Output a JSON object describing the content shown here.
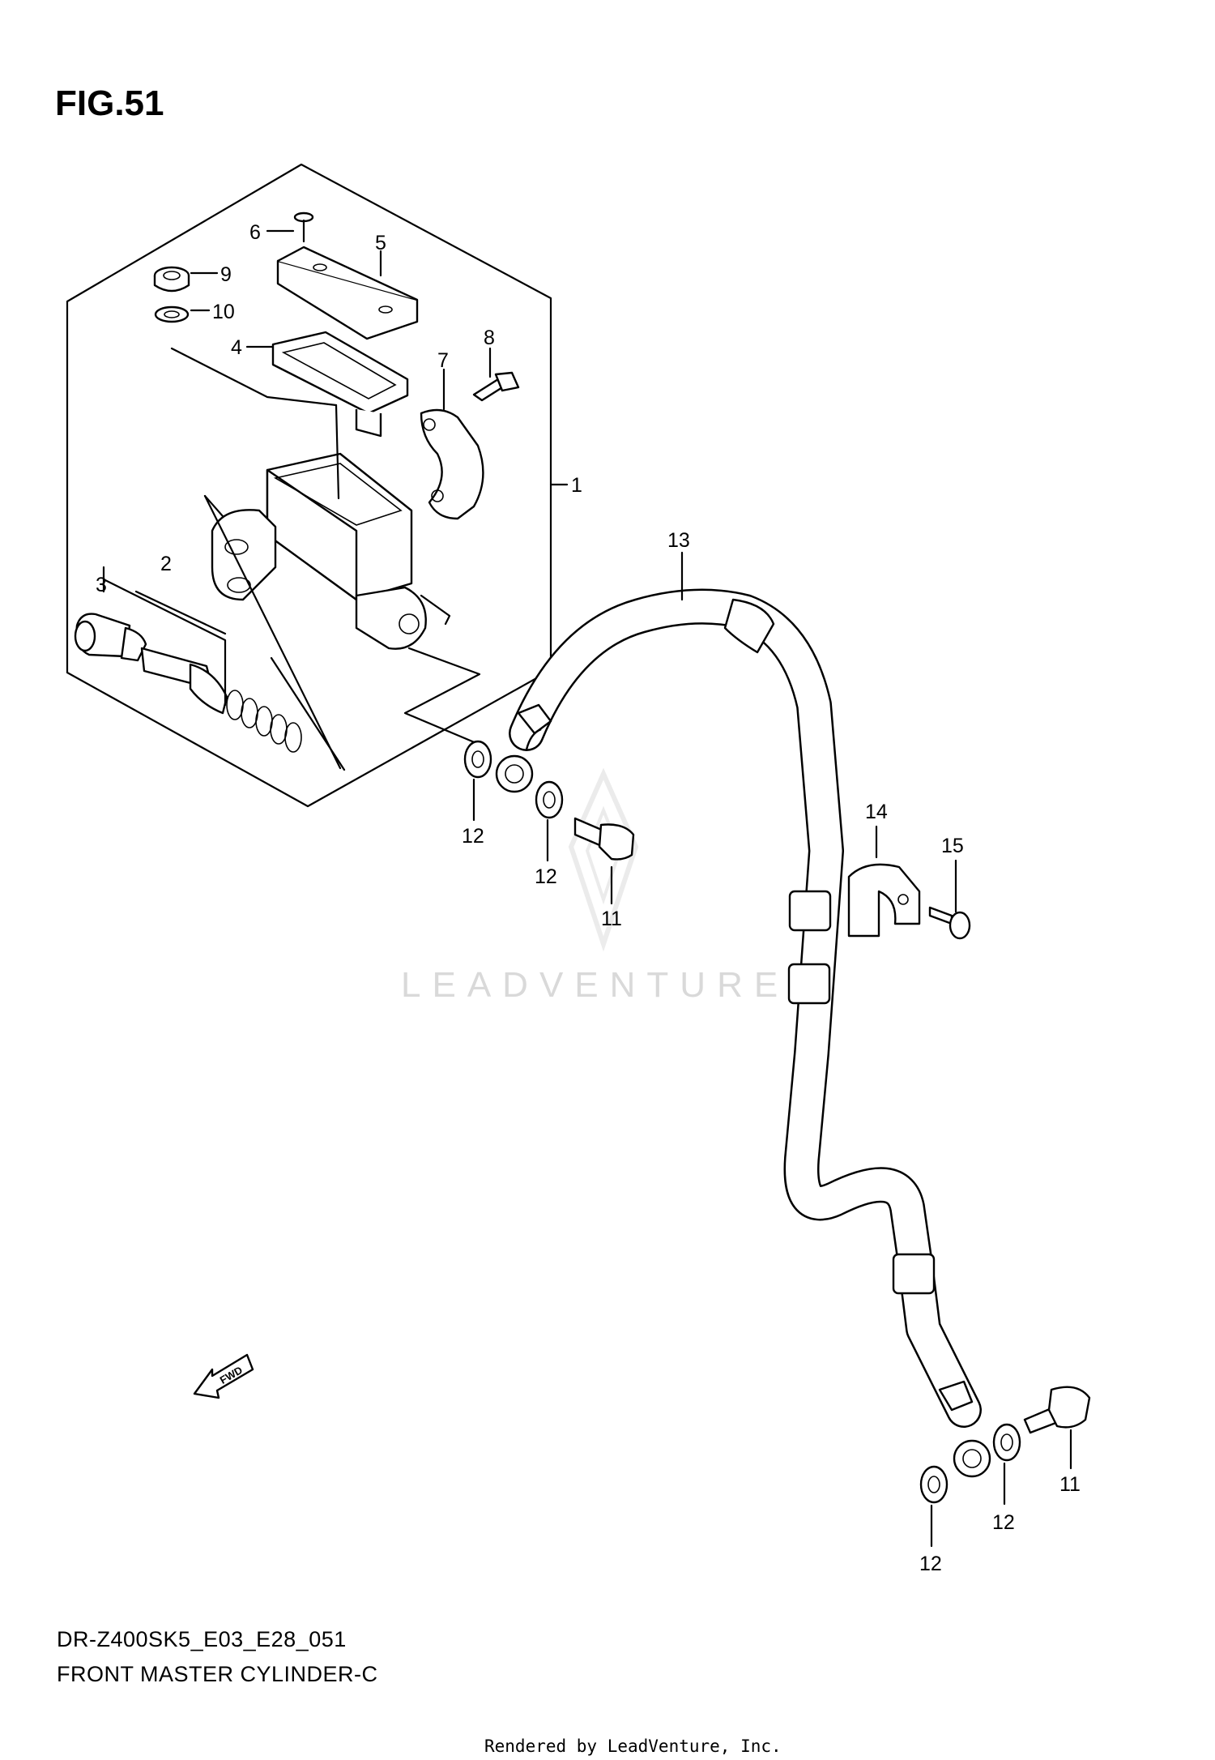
{
  "figure": {
    "title": "FIG.51",
    "model_code": "DR-Z400SK5_E03_E28_051",
    "diagram_name": "FRONT MASTER CYLINDER-C",
    "render_credit": "Rendered by LeadVenture, Inc.",
    "watermark": "LEADVENTURE"
  },
  "callouts": {
    "c1": "1",
    "c2": "2",
    "c3": "3",
    "c4": "4",
    "c5": "5",
    "c6": "6",
    "c7": "7",
    "c8": "8",
    "c9": "9",
    "c10": "10",
    "c11a": "11",
    "c11b": "11",
    "c12a": "12",
    "c12b": "12",
    "c12c": "12",
    "c12d": "12",
    "c13": "13",
    "c14": "14",
    "c15": "15"
  },
  "fwd_arrow": {
    "label": "FWD"
  },
  "colors": {
    "line": "#000000",
    "background": "#ffffff",
    "watermark": "#d9d9d9"
  }
}
